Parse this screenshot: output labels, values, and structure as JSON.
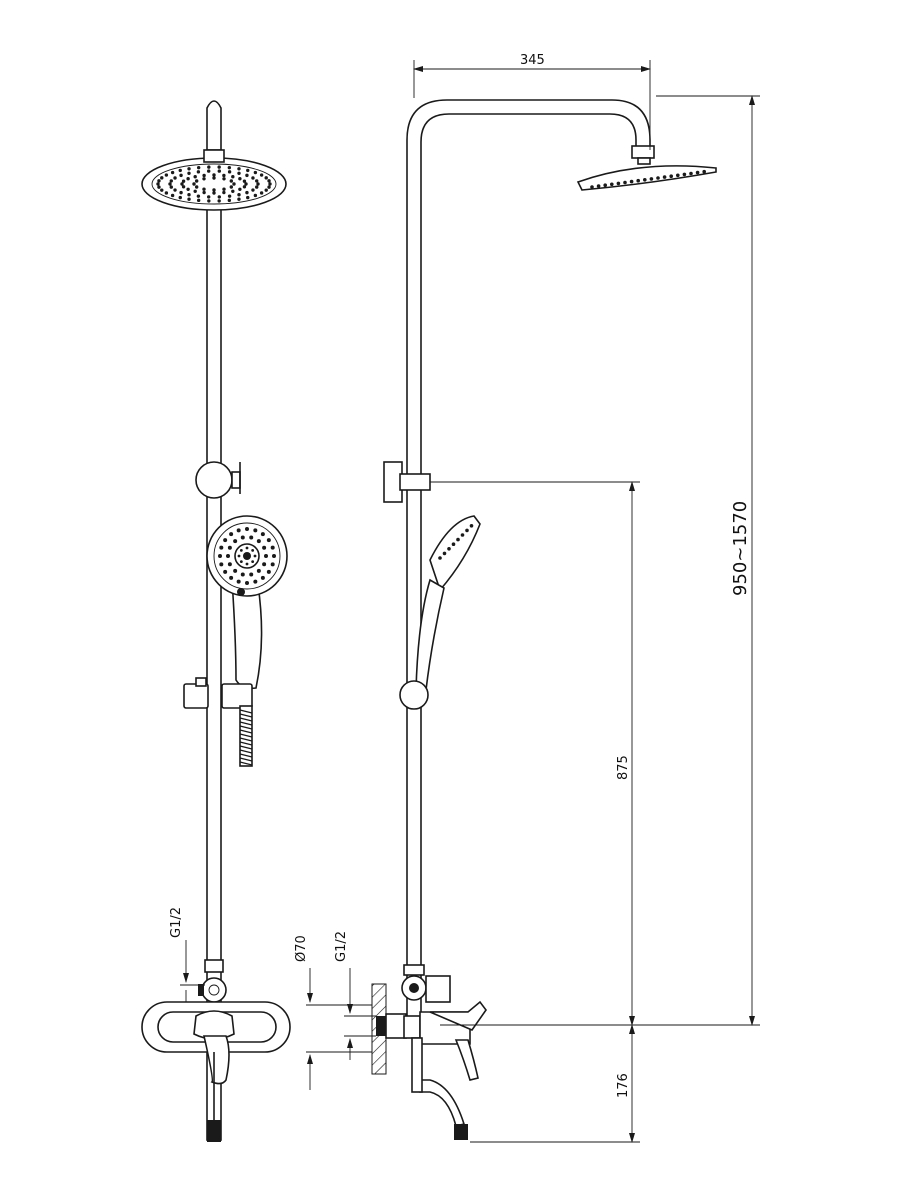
{
  "colors": {
    "line": "#1a1a1a",
    "background": "#ffffff",
    "solid": "#1a1a1a"
  },
  "dimensions": {
    "top_reach": "345",
    "total_height": "950~1570",
    "holder_height": "875",
    "spout_height": "176",
    "wall_diameter": "Ø70",
    "thread_front": "G1/2",
    "thread_side": "G1/2"
  }
}
